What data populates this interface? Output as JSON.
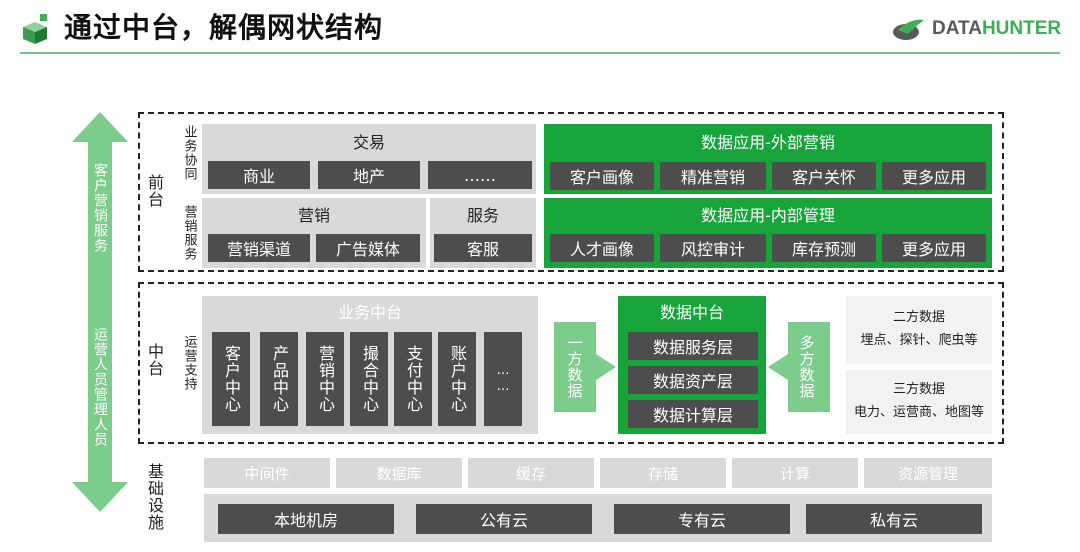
{
  "header": {
    "title": "通过中台，解偶网状结构",
    "brand_prefix": "DATA",
    "brand_suffix": "HUNTER",
    "accent": "#17a43a"
  },
  "left_arrow": {
    "top_label": "客户营销服务",
    "bottom_label": "运营人员管理人员"
  },
  "front": {
    "label": "前台",
    "biz_label": "业务协同",
    "mkt_label": "营销服务",
    "trade": {
      "title": "交易",
      "items": [
        "商业",
        "地产",
        "……"
      ]
    },
    "marketing": {
      "title": "营销",
      "items": [
        "营销渠道",
        "广告媒体"
      ]
    },
    "service": {
      "title": "服务",
      "items": [
        "客服"
      ]
    },
    "external": {
      "title": "数据应用-外部营销",
      "items": [
        "客户画像",
        "精准营销",
        "客户关怀",
        "更多应用"
      ]
    },
    "internal": {
      "title": "数据应用-内部管理",
      "items": [
        "人才画像",
        "风控审计",
        "库存预测",
        "更多应用"
      ]
    }
  },
  "middle": {
    "label": "中台",
    "ops_label": "运营支持",
    "biz_title": "业务中台",
    "biz_items": [
      "客户中心",
      "产品中心",
      "营销中心",
      "撮合中心",
      "支付中心",
      "账户中心",
      "……"
    ],
    "first_party": "一方数据",
    "data_title": "数据中台",
    "data_layers": [
      "数据服务层",
      "数据资产层",
      "数据计算层"
    ],
    "multi_party": "多方数据",
    "second_party": {
      "title": "二方数据",
      "desc": "埋点、探针、爬虫等"
    },
    "third_party": {
      "title": "三方数据",
      "desc": "电力、运营商、地图等"
    }
  },
  "infra": {
    "label": "基础设施",
    "row1": [
      "中间件",
      "数据库",
      "缓存",
      "存储",
      "计算",
      "资源管理"
    ],
    "row2": [
      "本地机房",
      "公有云",
      "专有云",
      "私有云"
    ]
  }
}
